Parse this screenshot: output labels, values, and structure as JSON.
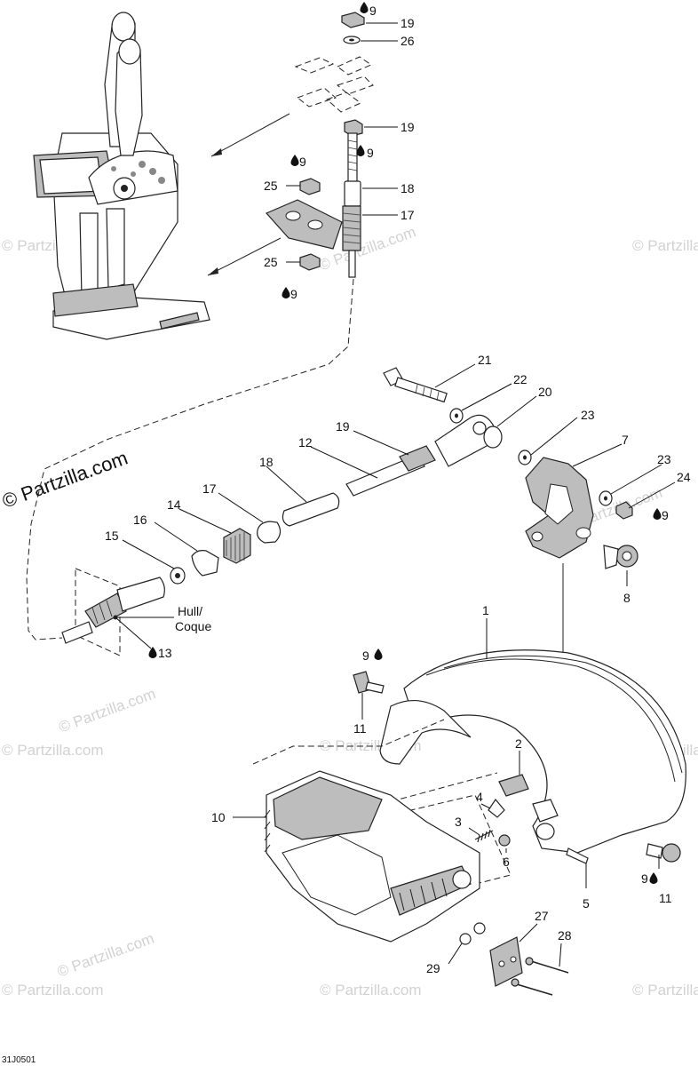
{
  "watermark": {
    "text": "© Partzilla.com",
    "text_large": "© Partzilla.com"
  },
  "labels": [
    {
      "id": "9a",
      "text": "9"
    },
    {
      "id": "19a",
      "text": "19"
    },
    {
      "id": "26",
      "text": "26"
    },
    {
      "id": "19b",
      "text": "19"
    },
    {
      "id": "9b",
      "text": "9"
    },
    {
      "id": "9c",
      "text": "9"
    },
    {
      "id": "25a",
      "text": "25"
    },
    {
      "id": "18a",
      "text": "18"
    },
    {
      "id": "17a",
      "text": "17"
    },
    {
      "id": "25b",
      "text": "25"
    },
    {
      "id": "9d",
      "text": "9"
    },
    {
      "id": "21",
      "text": "21"
    },
    {
      "id": "22",
      "text": "22"
    },
    {
      "id": "20",
      "text": "20"
    },
    {
      "id": "23a",
      "text": "23"
    },
    {
      "id": "19c",
      "text": "19"
    },
    {
      "id": "12",
      "text": "12"
    },
    {
      "id": "7",
      "text": "7"
    },
    {
      "id": "23b",
      "text": "23"
    },
    {
      "id": "24",
      "text": "24"
    },
    {
      "id": "18b",
      "text": "18"
    },
    {
      "id": "17b",
      "text": "17"
    },
    {
      "id": "9e",
      "text": "9"
    },
    {
      "id": "14",
      "text": "14"
    },
    {
      "id": "16",
      "text": "16"
    },
    {
      "id": "15",
      "text": "15"
    },
    {
      "id": "8",
      "text": "8"
    },
    {
      "id": "hull1",
      "text": "Hull/"
    },
    {
      "id": "hull2",
      "text": "Coque"
    },
    {
      "id": "13",
      "text": "13"
    },
    {
      "id": "1",
      "text": "1"
    },
    {
      "id": "9f",
      "text": "9"
    },
    {
      "id": "11a",
      "text": "11"
    },
    {
      "id": "2",
      "text": "2"
    },
    {
      "id": "10",
      "text": "10"
    },
    {
      "id": "4",
      "text": "4"
    },
    {
      "id": "3",
      "text": "3"
    },
    {
      "id": "6",
      "text": "6"
    },
    {
      "id": "9g",
      "text": "9"
    },
    {
      "id": "11b",
      "text": "11"
    },
    {
      "id": "5",
      "text": "5"
    },
    {
      "id": "27",
      "text": "27"
    },
    {
      "id": "28",
      "text": "28"
    },
    {
      "id": "29",
      "text": "29"
    }
  ],
  "footer": {
    "code": "31J0501"
  },
  "icons": {
    "lubricant": "oil-drop-icon"
  }
}
